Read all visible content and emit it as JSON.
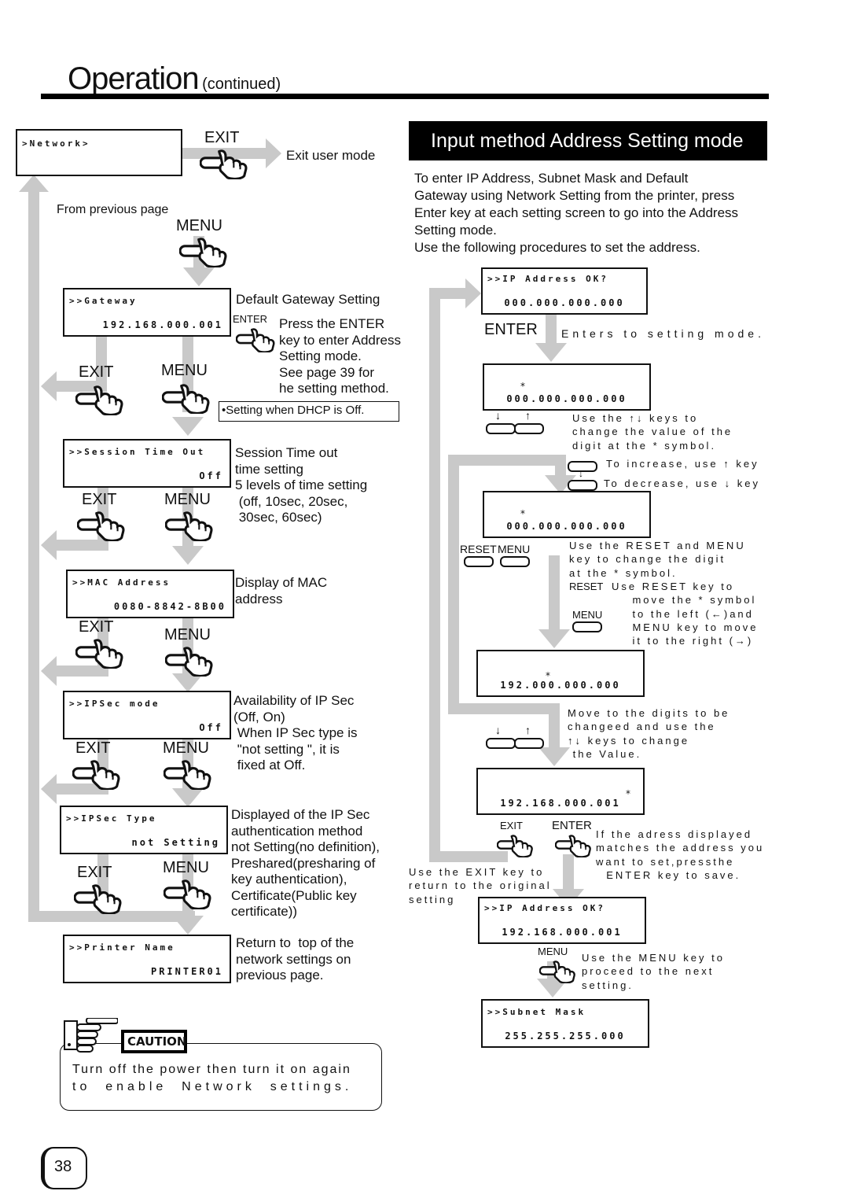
{
  "header": {
    "title": "Operation",
    "subtitle": "(continued)"
  },
  "left": {
    "network_lcd": ">Network>",
    "exit_label": "EXIT",
    "exit_desc": "Exit user mode",
    "from_prev": "From previous page",
    "menu_label": "MENU",
    "enter_label": "ENTER",
    "gateway": {
      "line1": ">>Gateway",
      "line2": "192.168.000.001",
      "title": "Default Gateway Setting",
      "desc": "Press the ENTER\nkey to enter Address\nSetting mode.\nSee page 39 for\nhe setting method."
    },
    "dhcp_note": "•Setting when DHCP is Off.",
    "session": {
      "line1": ">>Session Time Out",
      "line2": "Off",
      "desc": "Session Time out\ntime setting\n5 levels of time setting\n (off, 10sec, 20sec,\n 30sec, 60sec)"
    },
    "mac": {
      "line1": ">>MAC Address",
      "line2": "0080-8842-8B00",
      "desc": "Display of MAC\naddress"
    },
    "ipsec_mode": {
      "line1": ">>IPSec mode",
      "line2": "Off",
      "desc": "Availability of IP Sec\n(Off, On)\n When IP Sec type is\n \"not setting \", it is\n fixed at Off."
    },
    "ipsec_type": {
      "line1": ">>IPSec Type",
      "line2": "not Setting",
      "desc": "Displayed of the IP Sec\nauthentication method\nnot Setting(no definition),\nPreshared(presharing of\nkey authentication),\nCertificate(Public key\ncertificate))"
    },
    "printer": {
      "line1": ">>Printer Name",
      "line2": "PRINTER01",
      "desc": "Return to  top of the\nnetwork settings on\nprevious page."
    },
    "caution_label": "CAUTION",
    "caution_text1": "Turn off the power then turn it on again",
    "caution_text2": "to  enable  Network  settings."
  },
  "right": {
    "heading": "Input method Address Setting mode",
    "intro": "To enter IP Address, Subnet Mask and Default\nGateway using Network Setting from the printer, press\nEnter key at each setting screen to go into the Address\nSetting mode.\nUse the following procedures to set the address.",
    "ip_ok_1": {
      "line1": ">>IP Address OK?",
      "line2": "000.000.000.000"
    },
    "enter_label": "ENTER",
    "enters_desc": "Enters to setting mode.",
    "lcd_a": "000.000.000.000",
    "updown_desc": "Use the ↑↓ keys to\nchange the value of the\ndigit at the * symbol.",
    "inc_desc": "To increase, use ↑ key",
    "dec_desc": "To decrease, use ↓ key",
    "lcd_b": "000.000.000.000",
    "reset_label": "RESET",
    "menu_label": "MENU",
    "reset_menu_desc": "Use the RESET and MENU\nkey to change the digit\nat the * symbol.",
    "reset_desc": "Use RESET key to\n    move the * symbol\n    to the left (←)and\n    MENU key to move\n    it to the right (→)",
    "lcd_c": "192.000.000.000",
    "move_desc": "Move to the digits to be\nchangeed and use the\n↑↓ keys to change\n the Value.",
    "lcd_d": "192.168.000.001",
    "exit_label": "EXIT",
    "exit_desc": "Use the EXIT key to\nreturn to the original\nsetting",
    "enter_save_desc": "If the adress displayed\nmatches the address you\nwant to set,pressthe\n  ENTER key to save.",
    "ip_ok_2": {
      "line1": ">>IP Address OK?",
      "line2": "192.168.000.001"
    },
    "menu_next_desc": "Use the MENU key to\nproceed to the next\nsetting.",
    "subnet": {
      "line1": ">>Subnet Mask",
      "line2": "255.255.255.000"
    }
  },
  "page_number": "38"
}
